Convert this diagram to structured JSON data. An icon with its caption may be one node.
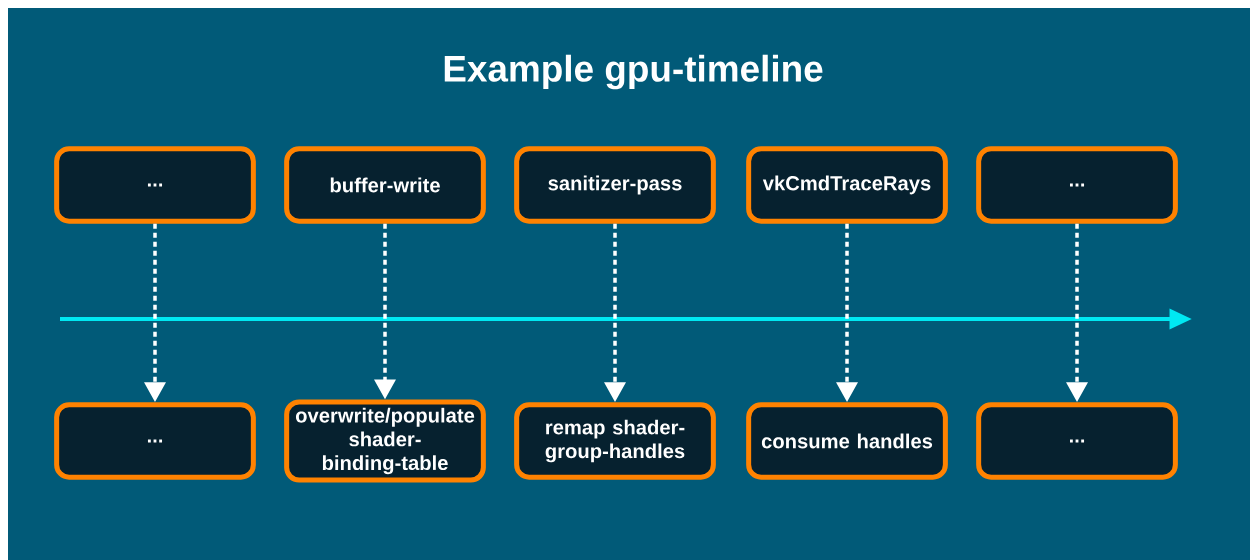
{
  "diagram": {
    "title": "Example gpu-timeline",
    "nodes": [
      {
        "text": [
          "..."
        ]
      },
      {
        "text": [
          "buffer-write"
        ]
      },
      {
        "text": [
          "sanitizer-pass"
        ]
      },
      {
        "text": [
          "vkCmdTraceRays"
        ]
      },
      {
        "text": [
          "..."
        ]
      },
      {
        "text": [
          "..."
        ]
      },
      {
        "text": [
          "overwrite/populate shader-binding-table"
        ]
      },
      {
        "text": [
          "remap shader-group-handles"
        ]
      },
      {
        "text": [
          "consume handles"
        ]
      },
      {
        "text": [
          "..."
        ]
      }
    ],
    "edges": [
      {
        "from": 0,
        "to": 5,
        "arrow": "to",
        "style": "dashed"
      },
      {
        "from": 1,
        "to": 6,
        "arrow": "to",
        "style": "dashed"
      },
      {
        "from": 2,
        "to": 7,
        "arrow": "to",
        "style": "dashed"
      },
      {
        "from": 3,
        "to": 8,
        "arrow": "to",
        "style": "dashed"
      },
      {
        "from": 4,
        "to": 9,
        "arrow": "to",
        "style": "dashed"
      }
    ]
  }
}
